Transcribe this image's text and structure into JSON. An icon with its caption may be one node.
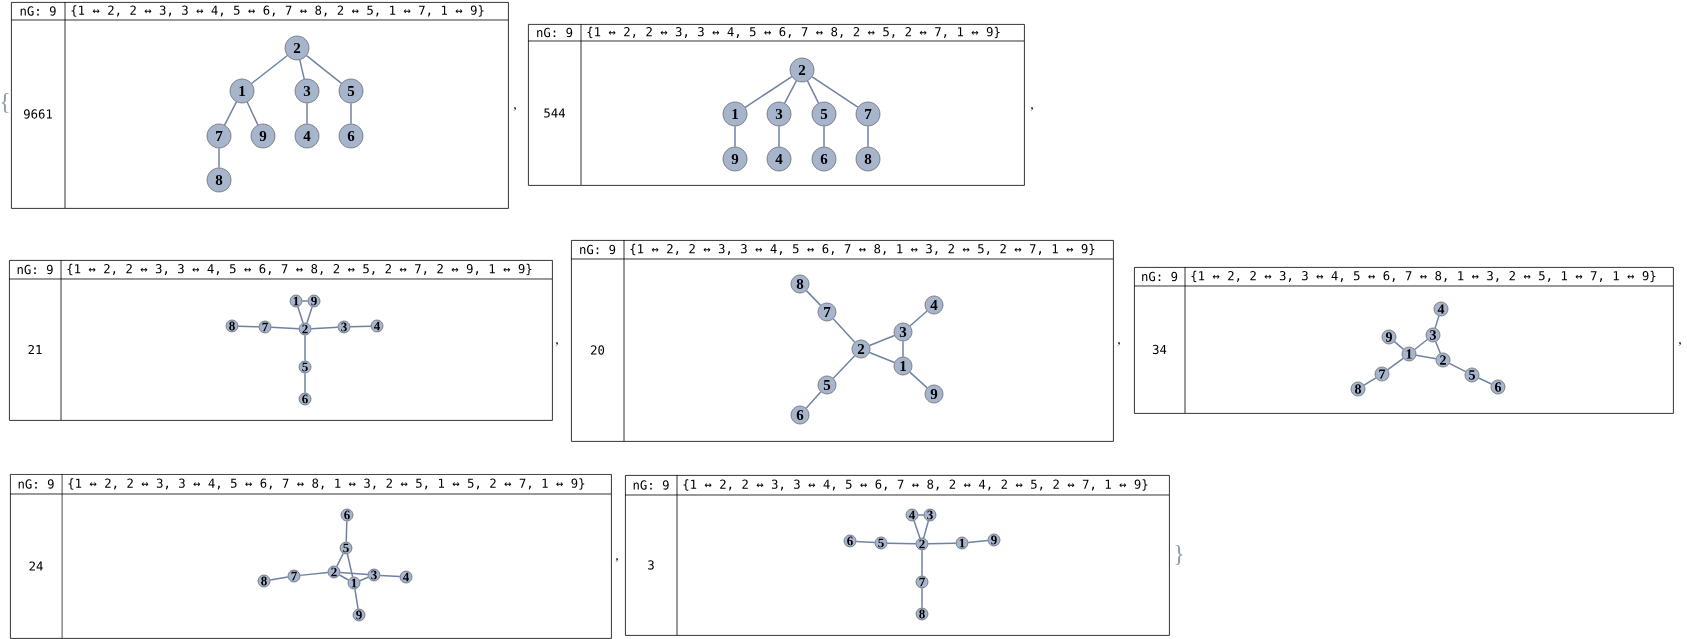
{
  "diagram": {
    "nodes": [
      {
        "text": [
          "nG: 9",
          "{1 ↔ 2, 2 ↔ 3, 3 ↔ 4, 5 ↔ 6, 7 ↔ 8, 2 ↔ 5, 1 ↔ 7, 1 ↔ 9}",
          "9661"
        ]
      },
      {
        "text": [
          "1"
        ],
        "in": 0
      },
      {
        "text": [
          "2"
        ],
        "in": 0
      },
      {
        "text": [
          "3"
        ],
        "in": 0
      },
      {
        "text": [
          "4"
        ],
        "in": 0
      },
      {
        "text": [
          "5"
        ],
        "in": 0
      },
      {
        "text": [
          "6"
        ],
        "in": 0
      },
      {
        "text": [
          "7"
        ],
        "in": 0
      },
      {
        "text": [
          "8"
        ],
        "in": 0
      },
      {
        "text": [
          "9"
        ],
        "in": 0
      },
      {
        "text": [
          "nG: 9",
          "{1 ↔ 2, 2 ↔ 3, 3 ↔ 4, 5 ↔ 6, 7 ↔ 8, 2 ↔ 5, 2 ↔ 7, 1 ↔ 9}",
          "544"
        ]
      },
      {
        "text": [
          "1"
        ],
        "in": 10
      },
      {
        "text": [
          "2"
        ],
        "in": 10
      },
      {
        "text": [
          "3"
        ],
        "in": 10
      },
      {
        "text": [
          "4"
        ],
        "in": 10
      },
      {
        "text": [
          "5"
        ],
        "in": 10
      },
      {
        "text": [
          "6"
        ],
        "in": 10
      },
      {
        "text": [
          "7"
        ],
        "in": 10
      },
      {
        "text": [
          "8"
        ],
        "in": 10
      },
      {
        "text": [
          "9"
        ],
        "in": 10
      },
      {
        "text": [
          "nG: 9",
          "{1 ↔ 2, 2 ↔ 3, 3 ↔ 4, 5 ↔ 6, 7 ↔ 8, 2 ↔ 5, 2 ↔ 7, 2 ↔ 9, 1 ↔ 9}",
          "21"
        ]
      },
      {
        "text": [
          "1"
        ],
        "in": 20
      },
      {
        "text": [
          "2"
        ],
        "in": 20
      },
      {
        "text": [
          "3"
        ],
        "in": 20
      },
      {
        "text": [
          "4"
        ],
        "in": 20
      },
      {
        "text": [
          "5"
        ],
        "in": 20
      },
      {
        "text": [
          "6"
        ],
        "in": 20
      },
      {
        "text": [
          "7"
        ],
        "in": 20
      },
      {
        "text": [
          "8"
        ],
        "in": 20
      },
      {
        "text": [
          "9"
        ],
        "in": 20
      },
      {
        "text": [
          "nG: 9",
          "{1 ↔ 2, 2 ↔ 3, 3 ↔ 4, 5 ↔ 6, 7 ↔ 8, 1 ↔ 3, 2 ↔ 5, 2 ↔ 7, 1 ↔ 9}",
          "20"
        ]
      },
      {
        "text": [
          "1"
        ],
        "in": 30
      },
      {
        "text": [
          "2"
        ],
        "in": 30
      },
      {
        "text": [
          "3"
        ],
        "in": 30
      },
      {
        "text": [
          "4"
        ],
        "in": 30
      },
      {
        "text": [
          "5"
        ],
        "in": 30
      },
      {
        "text": [
          "6"
        ],
        "in": 30
      },
      {
        "text": [
          "7"
        ],
        "in": 30
      },
      {
        "text": [
          "8"
        ],
        "in": 30
      },
      {
        "text": [
          "9"
        ],
        "in": 30
      },
      {
        "text": [
          "nG: 9",
          "{1 ↔ 2, 2 ↔ 3, 3 ↔ 4, 5 ↔ 6, 7 ↔ 8, 1 ↔ 3, 2 ↔ 5, 1 ↔ 7, 1 ↔ 9}",
          "34"
        ]
      },
      {
        "text": [
          "1"
        ],
        "in": 40
      },
      {
        "text": [
          "2"
        ],
        "in": 40
      },
      {
        "text": [
          "3"
        ],
        "in": 40
      },
      {
        "text": [
          "4"
        ],
        "in": 40
      },
      {
        "text": [
          "5"
        ],
        "in": 40
      },
      {
        "text": [
          "6"
        ],
        "in": 40
      },
      {
        "text": [
          "7"
        ],
        "in": 40
      },
      {
        "text": [
          "8"
        ],
        "in": 40
      },
      {
        "text": [
          "9"
        ],
        "in": 40
      },
      {
        "text": [
          "nG: 9",
          "{1 ↔ 2, 2 ↔ 3, 3 ↔ 4, 5 ↔ 6, 7 ↔ 8, 1 ↔ 3, 2 ↔ 5, 1 ↔ 5, 2 ↔ 7, 1 ↔ 9}",
          "24"
        ]
      },
      {
        "text": [
          "1"
        ],
        "in": 50
      },
      {
        "text": [
          "2"
        ],
        "in": 50
      },
      {
        "text": [
          "3"
        ],
        "in": 50
      },
      {
        "text": [
          "4"
        ],
        "in": 50
      },
      {
        "text": [
          "5"
        ],
        "in": 50
      },
      {
        "text": [
          "6"
        ],
        "in": 50
      },
      {
        "text": [
          "7"
        ],
        "in": 50
      },
      {
        "text": [
          "8"
        ],
        "in": 50
      },
      {
        "text": [
          "9"
        ],
        "in": 50
      },
      {
        "text": [
          "nG: 9",
          "{1 ↔ 2, 2 ↔ 3, 3 ↔ 4, 5 ↔ 6, 7 ↔ 8, 2 ↔ 4, 2 ↔ 5, 2 ↔ 7, 1 ↔ 9}",
          "3"
        ]
      },
      {
        "text": [
          "1"
        ],
        "in": 60
      },
      {
        "text": [
          "2"
        ],
        "in": 60
      },
      {
        "text": [
          "3"
        ],
        "in": 60
      },
      {
        "text": [
          "4"
        ],
        "in": 60
      },
      {
        "text": [
          "5"
        ],
        "in": 60
      },
      {
        "text": [
          "6"
        ],
        "in": 60
      },
      {
        "text": [
          "7"
        ],
        "in": 60
      },
      {
        "text": [
          "8"
        ],
        "in": 60
      },
      {
        "text": [
          "9"
        ],
        "in": 60
      }
    ],
    "edges": [
      {
        "from": 1,
        "to": 2,
        "arrow": "none"
      },
      {
        "from": 2,
        "to": 3,
        "arrow": "none"
      },
      {
        "from": 3,
        "to": 4,
        "arrow": "none"
      },
      {
        "from": 5,
        "to": 6,
        "arrow": "none"
      },
      {
        "from": 7,
        "to": 8,
        "arrow": "none"
      },
      {
        "from": 2,
        "to": 5,
        "arrow": "none"
      },
      {
        "from": 1,
        "to": 7,
        "arrow": "none"
      },
      {
        "from": 1,
        "to": 9,
        "arrow": "none"
      },
      {
        "from": 11,
        "to": 12,
        "arrow": "none"
      },
      {
        "from": 12,
        "to": 13,
        "arrow": "none"
      },
      {
        "from": 13,
        "to": 14,
        "arrow": "none"
      },
      {
        "from": 15,
        "to": 16,
        "arrow": "none"
      },
      {
        "from": 17,
        "to": 18,
        "arrow": "none"
      },
      {
        "from": 12,
        "to": 15,
        "arrow": "none"
      },
      {
        "from": 12,
        "to": 17,
        "arrow": "none"
      },
      {
        "from": 11,
        "to": 19,
        "arrow": "none"
      },
      {
        "from": 21,
        "to": 22,
        "arrow": "none"
      },
      {
        "from": 22,
        "to": 23,
        "arrow": "none"
      },
      {
        "from": 23,
        "to": 24,
        "arrow": "none"
      },
      {
        "from": 25,
        "to": 26,
        "arrow": "none"
      },
      {
        "from": 27,
        "to": 28,
        "arrow": "none"
      },
      {
        "from": 22,
        "to": 25,
        "arrow": "none"
      },
      {
        "from": 22,
        "to": 27,
        "arrow": "none"
      },
      {
        "from": 22,
        "to": 29,
        "arrow": "none"
      },
      {
        "from": 21,
        "to": 29,
        "arrow": "none"
      },
      {
        "from": 31,
        "to": 32,
        "arrow": "none"
      },
      {
        "from": 32,
        "to": 33,
        "arrow": "none"
      },
      {
        "from": 33,
        "to": 34,
        "arrow": "none"
      },
      {
        "from": 35,
        "to": 36,
        "arrow": "none"
      },
      {
        "from": 37,
        "to": 38,
        "arrow": "none"
      },
      {
        "from": 31,
        "to": 33,
        "arrow": "none"
      },
      {
        "from": 32,
        "to": 35,
        "arrow": "none"
      },
      {
        "from": 32,
        "to": 37,
        "arrow": "none"
      },
      {
        "from": 31,
        "to": 39,
        "arrow": "none"
      },
      {
        "from": 41,
        "to": 42,
        "arrow": "none"
      },
      {
        "from": 42,
        "to": 43,
        "arrow": "none"
      },
      {
        "from": 43,
        "to": 44,
        "arrow": "none"
      },
      {
        "from": 45,
        "to": 46,
        "arrow": "none"
      },
      {
        "from": 47,
        "to": 48,
        "arrow": "none"
      },
      {
        "from": 41,
        "to": 43,
        "arrow": "none"
      },
      {
        "from": 42,
        "to": 45,
        "arrow": "none"
      },
      {
        "from": 41,
        "to": 47,
        "arrow": "none"
      },
      {
        "from": 41,
        "to": 49,
        "arrow": "none"
      },
      {
        "from": 51,
        "to": 52,
        "arrow": "none"
      },
      {
        "from": 52,
        "to": 53,
        "arrow": "none"
      },
      {
        "from": 53,
        "to": 54,
        "arrow": "none"
      },
      {
        "from": 55,
        "to": 56,
        "arrow": "none"
      },
      {
        "from": 57,
        "to": 58,
        "arrow": "none"
      },
      {
        "from": 51,
        "to": 53,
        "arrow": "none"
      },
      {
        "from": 52,
        "to": 55,
        "arrow": "none"
      },
      {
        "from": 51,
        "to": 55,
        "arrow": "none"
      },
      {
        "from": 52,
        "to": 57,
        "arrow": "none"
      },
      {
        "from": 51,
        "to": 59,
        "arrow": "none"
      },
      {
        "from": 61,
        "to": 62,
        "arrow": "none"
      },
      {
        "from": 62,
        "to": 63,
        "arrow": "none"
      },
      {
        "from": 63,
        "to": 64,
        "arrow": "none"
      },
      {
        "from": 65,
        "to": 66,
        "arrow": "none"
      },
      {
        "from": 67,
        "to": 68,
        "arrow": "none"
      },
      {
        "from": 62,
        "to": 64,
        "arrow": "none"
      },
      {
        "from": 62,
        "to": 65,
        "arrow": "none"
      },
      {
        "from": 62,
        "to": 67,
        "arrow": "none"
      },
      {
        "from": 61,
        "to": 69,
        "arrow": "none"
      }
    ],
    "labels": [
      "{",
      ",",
      ",",
      ",",
      ",",
      ",",
      ",",
      "}"
    ]
  }
}
